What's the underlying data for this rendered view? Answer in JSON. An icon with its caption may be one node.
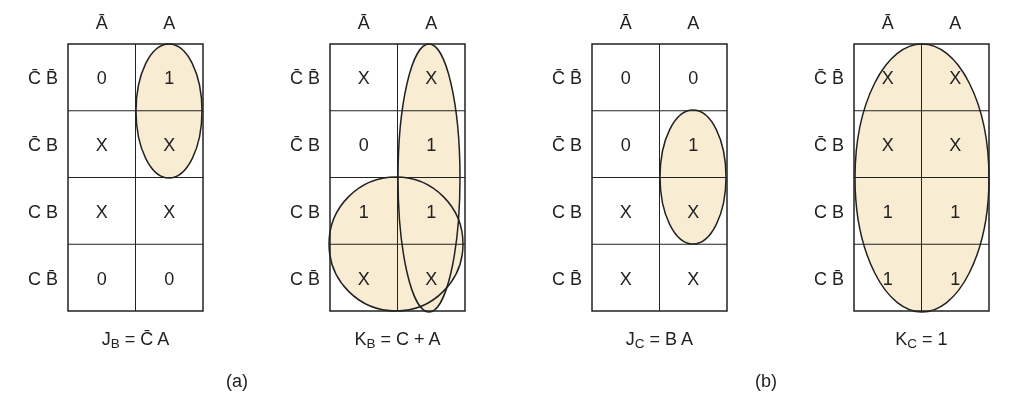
{
  "diagram": {
    "labels": [
      "Ā",
      "A",
      "C̄ B̄",
      "C̄ B",
      "C B",
      "C B̄",
      "0",
      "1",
      "X",
      "X",
      "X",
      "X",
      "0",
      "0",
      "J$_{B}$ = C̄ A",
      "Ā",
      "A",
      "C̄ B̄",
      "C̄ B",
      "C B",
      "C B̄",
      "X",
      "X",
      "0",
      "1",
      "1",
      "1",
      "X",
      "X",
      "K$_{B}$ = C + A",
      "Ā",
      "A",
      "C̄ B̄",
      "C̄ B",
      "C B",
      "C B̄",
      "0",
      "0",
      "0",
      "1",
      "X",
      "X",
      "X",
      "X",
      "J$_{C}$ = B A",
      "Ā",
      "A",
      "C̄ B̄",
      "C̄ B",
      "C B",
      "C B̄",
      "X",
      "X",
      "X",
      "X",
      "1",
      "1",
      "1",
      "1",
      "K$_{C}$ = 1",
      "(a)",
      "(b)"
    ]
  }
}
